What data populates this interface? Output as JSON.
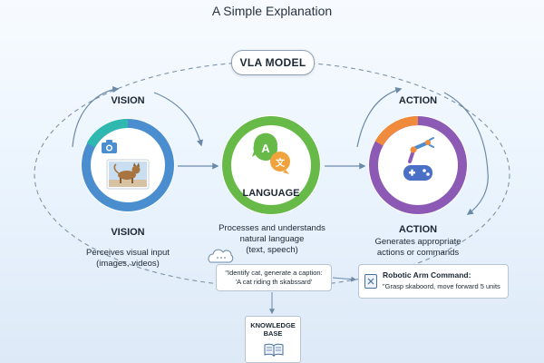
{
  "title": "A Simple Explanation",
  "model_label": "VLA MODEL",
  "vision": {
    "top_label": "VISION",
    "label": "VISION",
    "description": [
      "Perceives visual input",
      "(images, videos)"
    ]
  },
  "language": {
    "label": "LANGUAGE",
    "glyph_a": "A",
    "glyph_b": "文",
    "description": [
      "Processes and understands",
      "natural language",
      "(text, speech)"
    ]
  },
  "action": {
    "top_label": "ACTION",
    "label": "ACTION",
    "description": [
      "Generates appropriate",
      "actions or commands"
    ]
  },
  "prompt_example": {
    "line1": "\"Identify cat, generate a caption:",
    "line2": "'A cat riding th skabssard'"
  },
  "command_example": {
    "title": "Robotic Arm Command:",
    "text": "\"Grasp skaboord, move forward 5 units"
  },
  "knowledge_base": {
    "line1": "KNOWLEDGE",
    "line2": "BASE"
  },
  "colors": {
    "vision_ring": "#4a8ed0",
    "vision_accent": "#2fb8b0",
    "language_ring": "#67b948",
    "action_ring": "#8c5ab5",
    "action_accent": "#f08a3c",
    "connector": "#6b8aa8"
  }
}
